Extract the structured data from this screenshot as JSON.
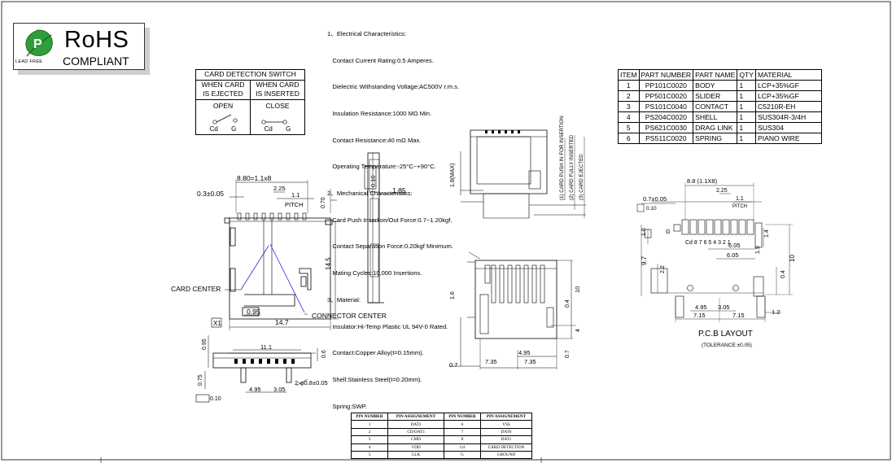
{
  "rohs": {
    "title": "RoHS",
    "subtitle": "COMPLIANT",
    "lead_free": "LEAD FREE",
    "leaf_letter": "P"
  },
  "spec_lines": [
    "1、Electrical Characteristics:",
    "   Contact Current Rating:0.5 Amperes.",
    "   Dielectric Withstanding Voltage:AC500V r.m.s.",
    "   Insulation Resistance:1000 MΩ Min.",
    "   Contact Resistance:40 mΩ Max.",
    "   Operating Temperature:-25°C~+90°C.",
    "2、Mechanical Characteristics:",
    "   Card Push Insertion/Out Force:0.7~1.20kgf.",
    "   Contact Separation Force:0.20kgf Minimum.",
    "   Mating Cycles:10,000 Insertions.",
    "3、Material:",
    "   Insulator:Hi-Temp Plastic UL 94V-0 Rated.",
    "   Contact:Copper Alloy(t=0.15mm).",
    "   Shell:Stainless Steel(t=0.20mm).",
    "   Spring:SWP."
  ],
  "card_detection": {
    "title": "CARD DETECTION SWITCH",
    "col1": [
      "WHEN CARD",
      "IS EJECTED"
    ],
    "col2": [
      "WHEN CARD",
      "IS INSERTED"
    ],
    "state1": "OPEN",
    "state2": "CLOSE",
    "cd": "Cd",
    "g": "G"
  },
  "parts_table": {
    "headers": [
      "ITEM",
      "PART NUMBER",
      "PART NAME",
      "QTY",
      "MATERIAL"
    ],
    "rows": [
      [
        "1",
        "PP101C0020",
        "BODY",
        "1",
        "LCP+35%GF"
      ],
      [
        "2",
        "PP501C0020",
        "SLIDER",
        "1",
        "LCP+35%GF"
      ],
      [
        "3",
        "PS101C0040",
        "CONTACT",
        "1",
        "C5210R-EH"
      ],
      [
        "4",
        "PS204C0020",
        "SHELL",
        "1",
        "SUS304R-3/4H"
      ],
      [
        "5",
        "PS621C0030",
        "DRAG LINK",
        "1",
        "SUS304"
      ],
      [
        "6",
        "PS511C0020",
        "SPRING",
        "1",
        "PIANO WIRE"
      ]
    ]
  },
  "pin_table": {
    "headers": [
      "PIN NUMBER",
      "PIN ASSIGNEMENT",
      "PIN NUMBER",
      "PIN ASSIGNEMENT"
    ],
    "rows": [
      [
        "1",
        "DAT2",
        "6",
        "VSS"
      ],
      [
        "2",
        "CD/DAT3",
        "7",
        "DAT0"
      ],
      [
        "3",
        "CMD",
        "8",
        "DAT1"
      ],
      [
        "4",
        "VDD",
        "Cd",
        "CARD DETECTION"
      ],
      [
        "5",
        "CLK",
        "G",
        "GROUND"
      ]
    ]
  },
  "top_view": {
    "dim_pitch_total": "8.80=1.1x8",
    "dim_edge": "0.3±0.05",
    "dim_225": "2.25",
    "dim_11": "1.1",
    "pitch": "PITCH",
    "dim_070": "0.70",
    "dim_145": "14.5",
    "dim_095": "0.95",
    "dim_147": "14.7",
    "card_center": "CARD CENTER",
    "connector_center": "CONNECTOR CENTER",
    "datum": "X1"
  },
  "side_view": {
    "flatness": "0.10",
    "dim_185": "1.85"
  },
  "front_view": {
    "dim_095": "0.95",
    "dim_111": "11.1",
    "dim_06": "0.6",
    "dim_075": "0.75",
    "dim_495": "4.95",
    "dim_305": "3.05",
    "dim_hole": "2-φ0.8±0.05",
    "flatness": "0.10"
  },
  "iso_view": {
    "dim_max": "1.8(MAX)",
    "label1": "(1) CARD PUSH IN FOR INSERTION",
    "label2": "(2) CARD FULLY INSERTED",
    "label3": "(3) CARD EJECTED"
  },
  "bottom_view": {
    "dim_16": "1.6",
    "dim_10": "10",
    "dim_04": "0.4",
    "dim_4": "4",
    "dim_495": "4.95",
    "dim_735a": "7.35",
    "dim_735b": "7.35",
    "dim_07a": "0.7",
    "dim_07b": "0.7"
  },
  "pcb_layout": {
    "dim_88": "8.8 (1.1X8)",
    "dim_225": "2.25",
    "dim_11": "1.1",
    "pitch": "PITCH",
    "dim_07": "0.7±0.05",
    "flatness": "0.10",
    "dim_16": "1.6",
    "dim_14": "1.4",
    "dim_605a": "6.05",
    "dim_605b": "6.05",
    "dim_15": "1.5",
    "dim_97": "9.7",
    "dim_22": "2.2",
    "dim_10": "10",
    "dim_04": "0.4",
    "dim_495": "4.95",
    "dim_305": "3.05",
    "dim_715a": "7.15",
    "dim_715b": "7.15",
    "dim_12": "1.2",
    "pad_numbers": "Cd 8 7 6 5 4 3 2 1",
    "pad_g": "G",
    "title": "P.C.B LAYOUT",
    "tolerance": "(TOLERANCE:±0.05)"
  }
}
